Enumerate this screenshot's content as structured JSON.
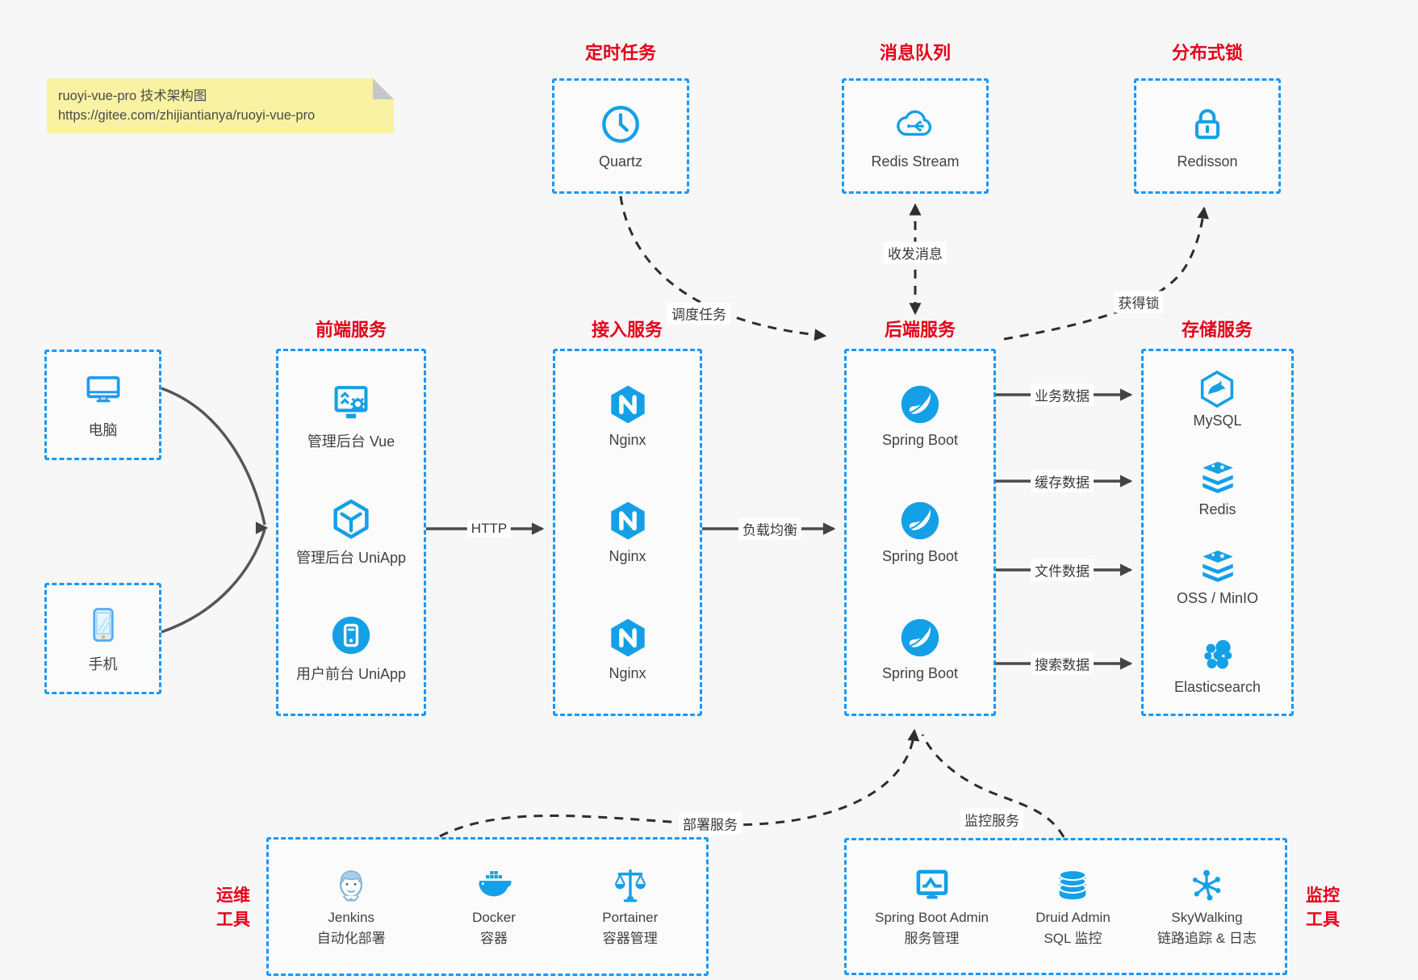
{
  "note": {
    "line1": "ruoyi-vue-pro 技术架构图",
    "line2": "https://gitee.com/zhijiantianya/ruoyi-vue-pro"
  },
  "colors": {
    "dash_border_blue": "#1797FB",
    "icon_blue": "#14A0E6",
    "title_red": "#E60019",
    "note_yellow": "#F9F2A2",
    "arrow_dark": "#4a4a4c"
  },
  "top_groups": [
    {
      "title": "定时任务",
      "item": "Quartz",
      "icon": "clock-icon"
    },
    {
      "title": "消息队列",
      "item": "Redis Stream",
      "icon": "cloud-stream-icon"
    },
    {
      "title": "分布式锁",
      "item": "Redisson",
      "icon": "lock-icon"
    }
  ],
  "clients": [
    {
      "label": "电脑",
      "icon": "desktop-icon"
    },
    {
      "label": "手机",
      "icon": "phone-icon"
    }
  ],
  "columns": {
    "frontend": {
      "title": "前端服务",
      "items": [
        {
          "label": "管理后台 Vue"
        },
        {
          "label": "管理后台 UniApp"
        },
        {
          "label": "用户前台 UniApp"
        }
      ]
    },
    "gateway": {
      "title": "接入服务",
      "items": [
        {
          "label": "Nginx"
        },
        {
          "label": "Nginx"
        },
        {
          "label": "Nginx"
        }
      ]
    },
    "backend": {
      "title": "后端服务",
      "items": [
        {
          "label": "Spring Boot"
        },
        {
          "label": "Spring Boot"
        },
        {
          "label": "Spring Boot"
        }
      ]
    },
    "storage": {
      "title": "存储服务",
      "items": [
        {
          "label": "MySQL"
        },
        {
          "label": "Redis"
        },
        {
          "label": "OSS / MinIO"
        },
        {
          "label": "Elasticsearch"
        }
      ]
    }
  },
  "edges": {
    "http": "HTTP",
    "load_balance": "负载均衡",
    "business_data": "业务数据",
    "cache_data": "缓存数据",
    "file_data": "文件数据",
    "search_data": "搜索数据",
    "schedule_task": "调度任务",
    "send_receive_msg": "收发消息",
    "acquire_lock": "获得锁",
    "deploy_service": "部署服务",
    "monitor_service": "监控服务"
  },
  "bottom_groups": {
    "ops": {
      "title_line1": "运维",
      "title_line2": "工具",
      "items": [
        {
          "name": "Jenkins",
          "desc": "自动化部署"
        },
        {
          "name": "Docker",
          "desc": "容器"
        },
        {
          "name": "Portainer",
          "desc": "容器管理"
        }
      ]
    },
    "monitor": {
      "title_line1": "监控",
      "title_line2": "工具",
      "items": [
        {
          "name": "Spring Boot Admin",
          "desc": "服务管理"
        },
        {
          "name": "Druid Admin",
          "desc": "SQL 监控"
        },
        {
          "name": "SkyWalking",
          "desc": "链路追踪 & 日志"
        }
      ]
    }
  }
}
